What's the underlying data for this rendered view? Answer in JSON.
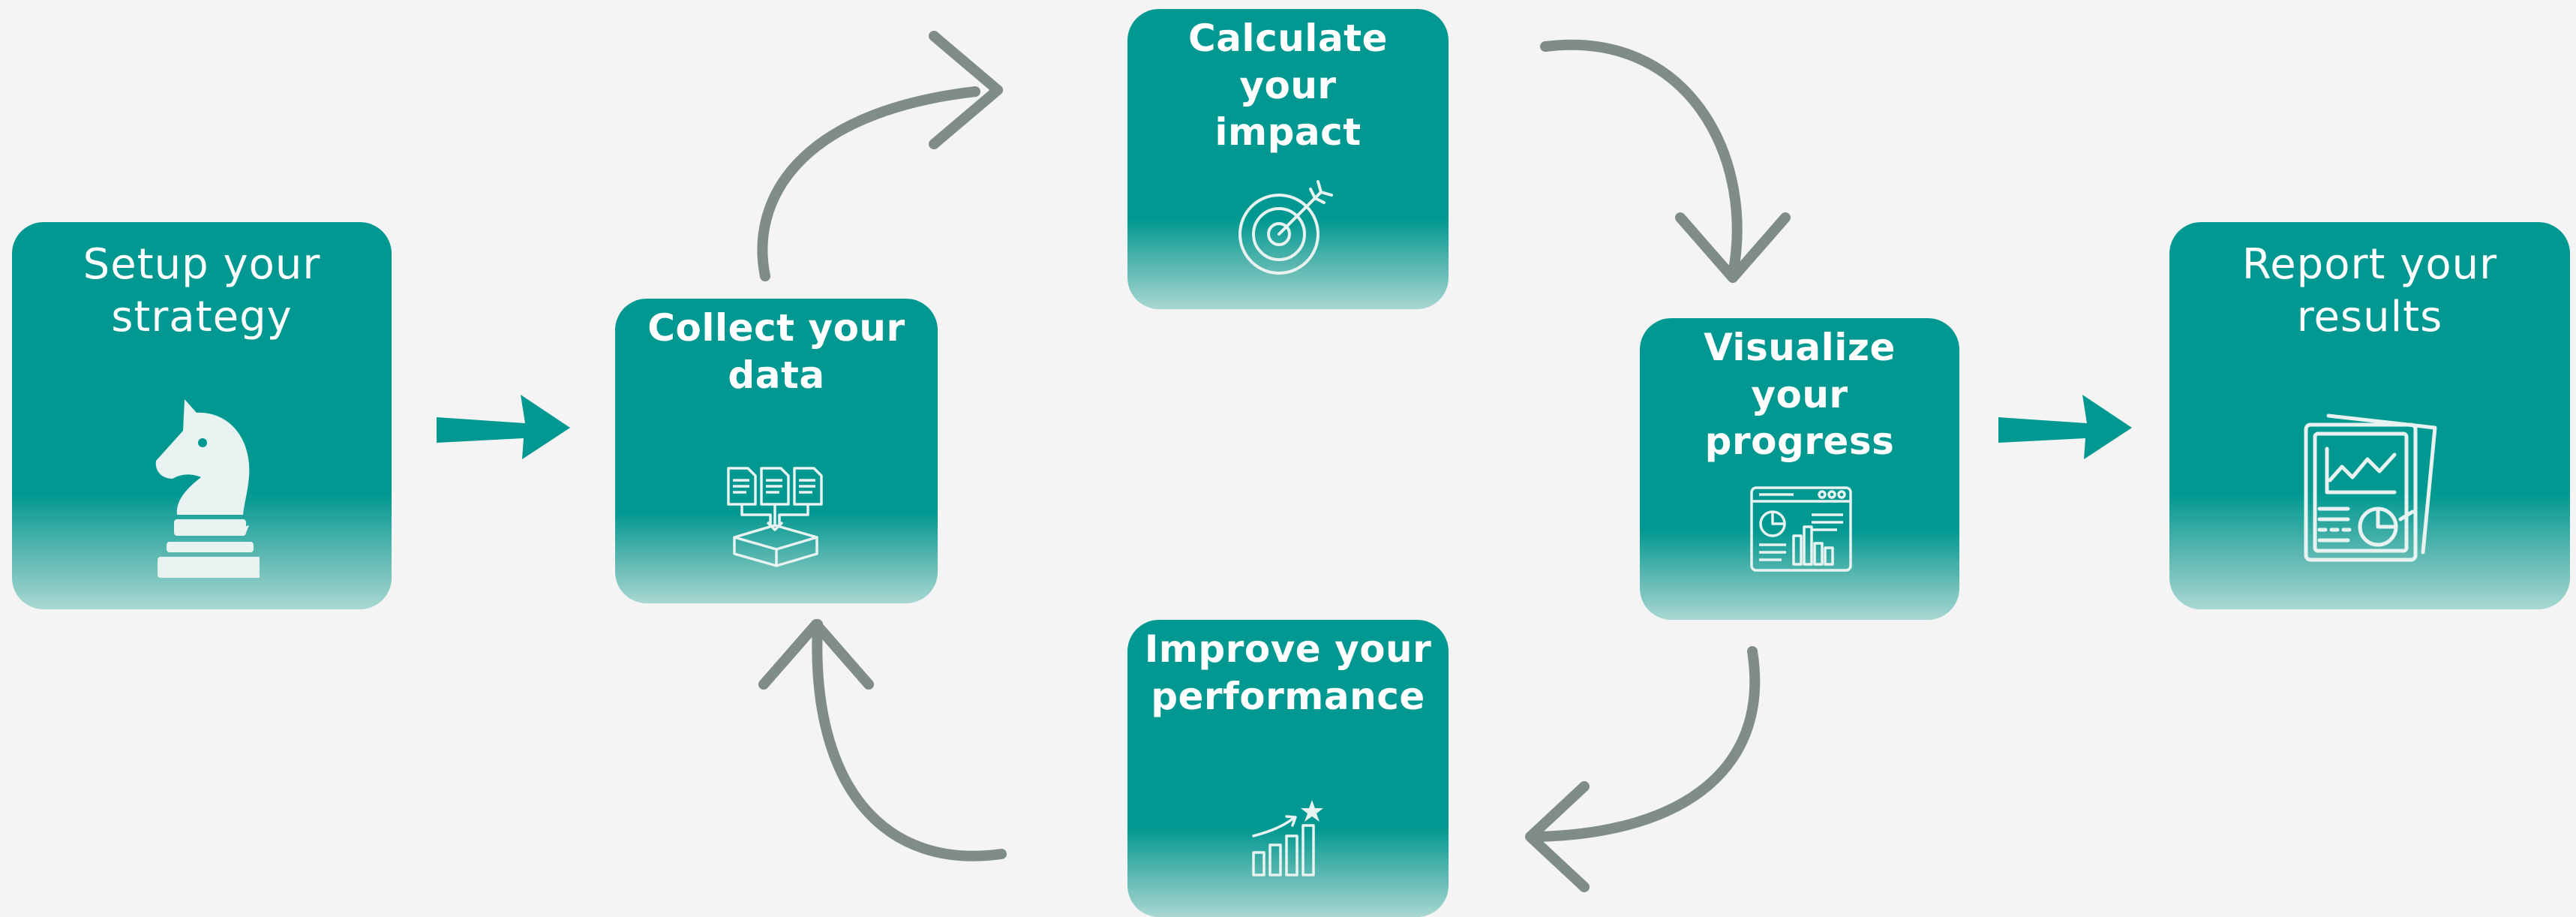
{
  "steps": {
    "setup": {
      "line1": "Setup your",
      "line2": "strategy",
      "icon": "chess-knight-icon"
    },
    "collect": {
      "line1": "Collect your",
      "line2": "data",
      "icon": "data-documents-icon"
    },
    "calculate": {
      "line1": "Calculate your",
      "line2": "impact",
      "icon": "target-arrow-icon"
    },
    "visualize": {
      "line1": "Visualize your",
      "line2": "progress",
      "icon": "dashboard-icon"
    },
    "improve": {
      "line1": "Improve your",
      "line2": "performance",
      "icon": "growth-chart-icon"
    },
    "report": {
      "line1": "Report your",
      "line2": "results",
      "icon": "report-document-icon"
    }
  },
  "colors": {
    "card_teal": "#009890",
    "card_fade": "#a9d7d2",
    "arrow_teal": "#009890",
    "curve_grey": "#7f8c88",
    "icon_light": "#e8f3f1",
    "background": "#f4f4f4"
  }
}
